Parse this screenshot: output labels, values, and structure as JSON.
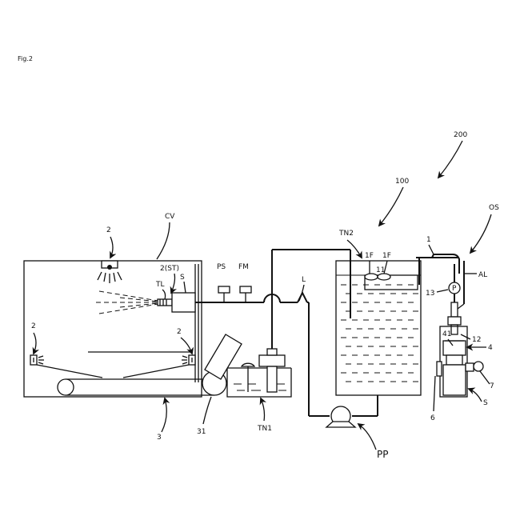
{
  "figure": {
    "title": "Fig.2"
  },
  "labels": {
    "system": "200",
    "apparatus": "100",
    "supply": "OS",
    "chamber": "CV",
    "tank2": "TN2",
    "item1": "1",
    "nozzle_top": "2",
    "nozzle_st": "2(ST)",
    "nozzle_left": "2",
    "nozzle_right": "2",
    "tool": "TL",
    "sensor_s": "S",
    "pressure_sensor": "PS",
    "flow_meter": "FM",
    "line": "L",
    "filter_a": "1F",
    "filter_b": "1F",
    "item11": "11",
    "air": "AL",
    "item13": "13",
    "pump_p": "P",
    "item12": "12",
    "item41": "41",
    "item4": "4",
    "item7": "7",
    "item6": "6",
    "unit_s": "S",
    "conveyor": "3",
    "roller": "31",
    "tank1": "TN1",
    "main_pump": "PP"
  }
}
